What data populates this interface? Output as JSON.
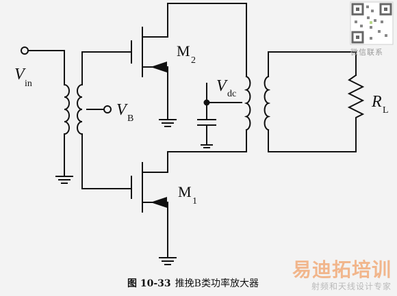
{
  "labels": {
    "vin_main": "V",
    "vin_sub": "in",
    "vb_main": "V",
    "vb_sub": "B",
    "vdc_main": "V",
    "vdc_sub": "dc",
    "m2_main": "M",
    "m2_sub": "2",
    "m1_main": "M",
    "m1_sub": "1",
    "rl_main": "R",
    "rl_sub": "L"
  },
  "caption": {
    "number": "图 10-33",
    "text": "推挽B类功率放大器"
  },
  "watermark": {
    "brand": "易迪拓培训",
    "tagline": "射频和天线设计专家",
    "qr_label": "微信联系"
  }
}
